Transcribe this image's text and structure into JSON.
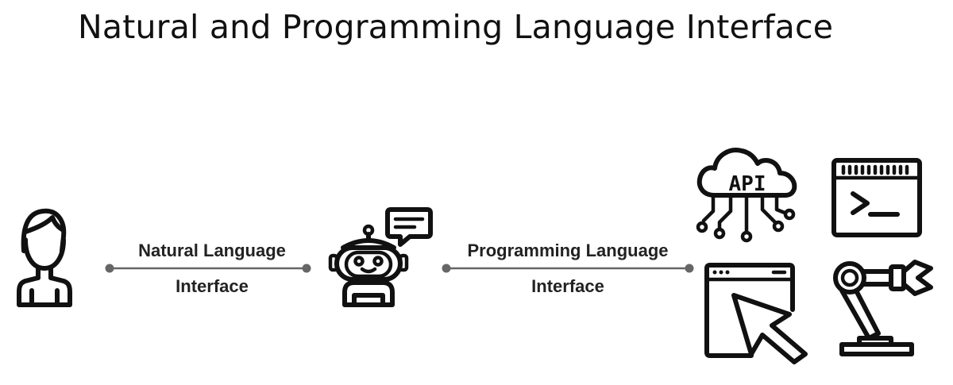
{
  "title": "Natural and Programming Language Interface",
  "connectors": [
    {
      "line1": "Natural Language",
      "line2": "Interface"
    },
    {
      "line1": "Programming Language",
      "line2": "Interface"
    }
  ],
  "icons": {
    "user": "user-icon",
    "robot": "robot-icon",
    "api": "api-cloud-icon",
    "terminal": "terminal-window-icon",
    "cursor": "browser-cursor-icon",
    "arm": "robotic-arm-icon"
  },
  "api_label": "API"
}
